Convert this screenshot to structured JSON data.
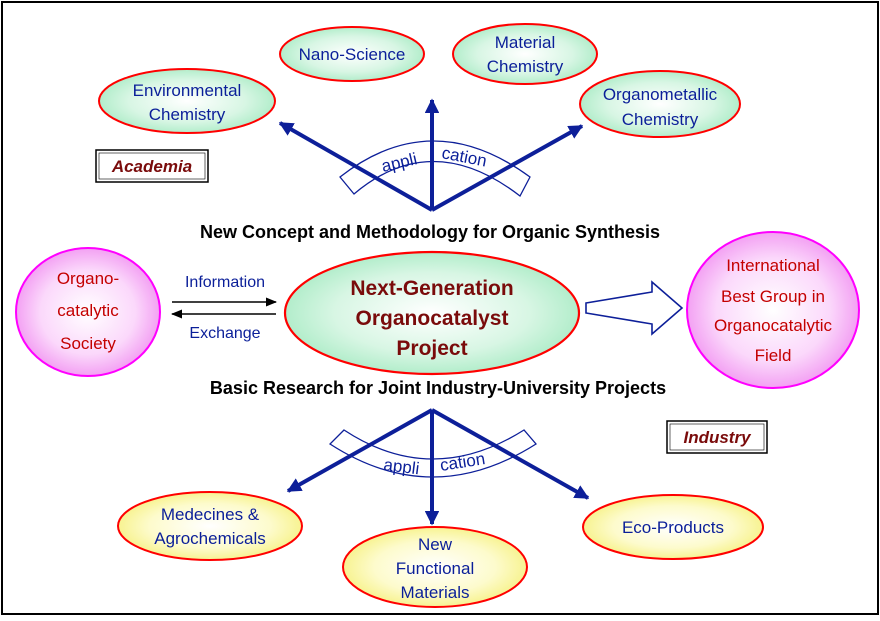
{
  "top_topics": {
    "nano_science": "Nano-Science",
    "material_chemistry": [
      "Material",
      "Chemistry"
    ],
    "environmental_chemistry": [
      "Environmental",
      "Chemistry"
    ],
    "organometallic_chemistry": [
      "Organometallic",
      "Chemistry"
    ]
  },
  "academia_label": "Academia",
  "industry_label": "Industry",
  "top_application": {
    "part1": "appli",
    "part2": "cation"
  },
  "bottom_application": {
    "part1": "appli",
    "part2": "cation"
  },
  "top_heading": "New Concept and Methodology for Organic Synthesis",
  "bottom_heading": "Basic Research for Joint Industry-University Projects",
  "center_project": [
    "Next-Generation",
    "Organocatalyst",
    "Project"
  ],
  "left_circle": [
    "Organo-",
    "catalytic",
    "Society"
  ],
  "right_circle": [
    "International",
    "Best Group in",
    "Organocatalytic",
    "Field"
  ],
  "info_exchange": {
    "top": "Information",
    "bottom": "Exchange"
  },
  "bottom_topics": {
    "medicines": [
      "Medecines &",
      "Agrochemicals"
    ],
    "functional_materials": [
      "New",
      "Functional",
      "Materials"
    ],
    "eco_products": "Eco-Products"
  },
  "colors": {
    "border": "#000000",
    "ellipse_stroke": "#ff0000",
    "green_fill_center": "#ffffff",
    "green_fill_edge": "#9ce8bc",
    "yellow_fill_edge": "#f7f27a",
    "pink_fill_edge": "#f07cf0",
    "pink_stroke": "#ff00ff",
    "blue_text": "#0b1f99",
    "arrow_blue": "#0d1f99",
    "red_text": "#c40000",
    "dark_red_text": "#7a0b0b"
  }
}
